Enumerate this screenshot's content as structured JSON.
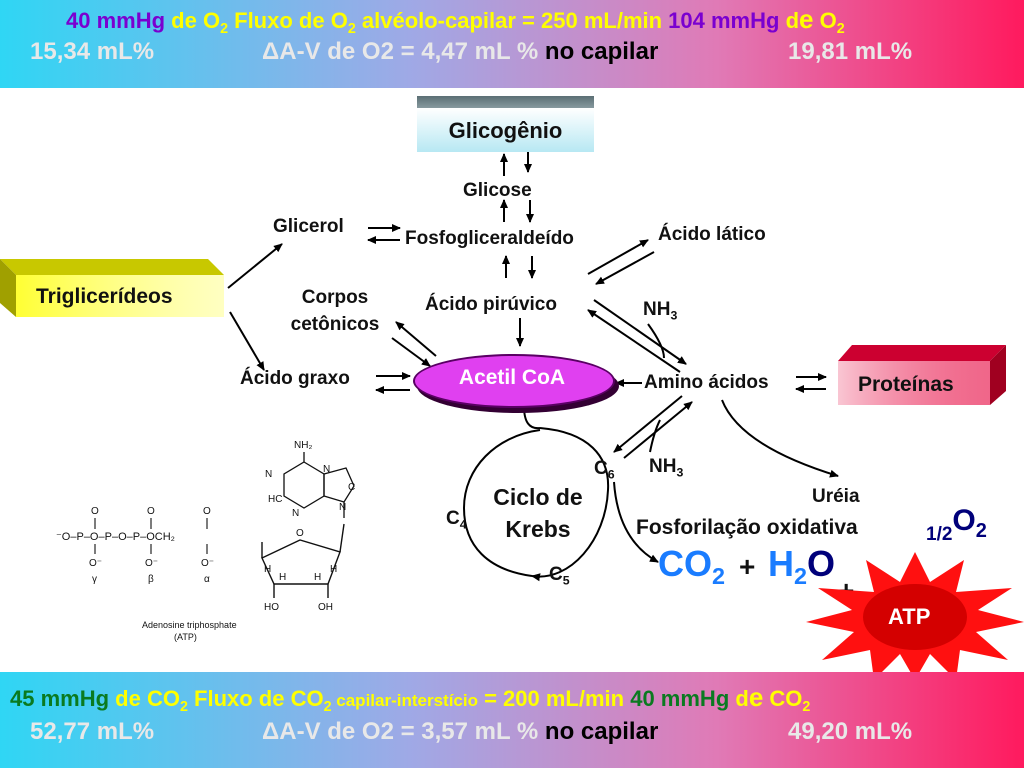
{
  "top_banner": {
    "line1": {
      "a": "40 mmHg",
      "b": " de O",
      "b_sub": "2",
      "c": "  Fluxo de O",
      "c_sub": "2",
      "d": " alvéolo-capilar = 250 mL/min  ",
      "e": "104 mmHg",
      "f_small": " d",
      "f_big": "e",
      "f_end": " O",
      "f_sub": "2"
    },
    "line2": {
      "a": "15,34 mL%",
      "b": "ΔA-V de O2 = 4,47 mL %",
      "c": "  no capilar",
      "d": "19,81 mL%"
    }
  },
  "bottom_banner": {
    "line1": {
      "a": "45 mmHg",
      "b": " de CO",
      "b_sub": "2",
      "c": "  Fluxo de CO",
      "c_sub": "2",
      "d_small": " capilar-interstício",
      "d": " = 200 mL/min  ",
      "e": "40 mmHg",
      "f_small": " d",
      "f_big": "e",
      "f_end": " CO",
      "f_sub": "2"
    },
    "line2": {
      "a": "52,77 mL%",
      "b": "ΔA-V de O2 = 3,57 mL %",
      "c": "  no capilar",
      "d": "49,20 mL%"
    }
  },
  "diagram": {
    "glicogenio": "Glicogênio",
    "glicose": "Glicose",
    "glicerol": "Glicerol",
    "fosfogliceraldeido": "Fosfogliceraldeído",
    "acido_latico": "Ácido lático",
    "trigliceridios": "Triglicerídeos",
    "corpos": "Corpos",
    "cetonicos": "cetônicos",
    "acido_piruvico": "Ácido pirúvico",
    "nh3_top": "NH",
    "nh3_top_sub": "3",
    "acido_graxo": "Ácido graxo",
    "acetil_coa": "Acetil CoA",
    "amino_acidos": "Amino ácidos",
    "proteinas": "Proteínas",
    "nh3_bottom": "NH",
    "nh3_bottom_sub": "3",
    "c6": "C",
    "c6_sub": "6",
    "ciclo": "Ciclo de",
    "krebs": "Krebs",
    "c4": "C",
    "c4_sub": "4",
    "c5": "C",
    "c5_sub": "5",
    "ureia": "Uréia",
    "fosforilacao": "Fosforilação oxidativa",
    "half": "1/2",
    "o2": "O",
    "o2_sub": "2",
    "co2": "CO",
    "co2_sub": "2",
    "plus1": "+",
    "h2o_h": "H",
    "h2o_sub": "2",
    "h2o_o": "O",
    "plus2": "+",
    "atp": "ATP"
  },
  "atp_structure": {
    "nh2": "NH₂",
    "n_labels": [
      "N",
      "N",
      "N",
      "N"
    ],
    "hc": "HC",
    "ch": "CH",
    "phosphate_chain": "⁻O–P–O–P–O–P–OCH₂",
    "o_top": [
      "O",
      "O",
      "O"
    ],
    "o_bottom": [
      "O⁻",
      "O⁻",
      "O⁻"
    ],
    "greek": [
      "γ",
      "β",
      "α"
    ],
    "ring_h": [
      "H",
      "H",
      "H",
      "H"
    ],
    "ho": "HO",
    "oh": "OH",
    "ring_o": "O",
    "caption1": "Adenosine triphosphate",
    "caption2": "(ATP)"
  },
  "colors": {
    "banner_yellow": "#ffff00",
    "banner_violet": "#7a00d0",
    "banner_green": "#0a7a20",
    "acetil_fill": "#e040f0",
    "product_blue": "#1a7cff",
    "atp_red": "#ff1010",
    "atp_core": "#d40000",
    "trig_yellow": "#ffff33",
    "prot_pink": "#f07090"
  }
}
